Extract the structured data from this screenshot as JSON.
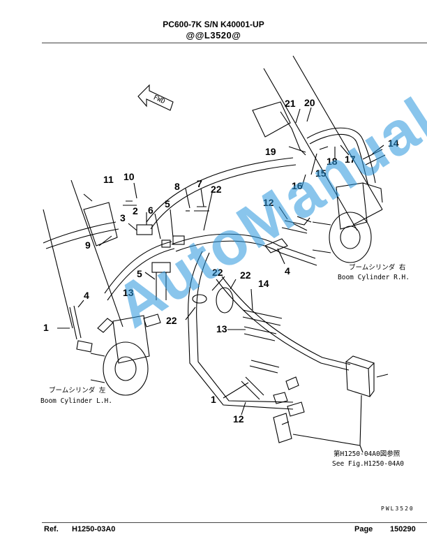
{
  "header": {
    "model": "PC600-7K S/N K40001-UP",
    "code": "@@L3520@"
  },
  "footer": {
    "ref_label": "Ref.",
    "ref_value": "H1250-03A0",
    "page_label": "Page",
    "page_value": "150290"
  },
  "fwd": "FWD",
  "callouts": {
    "c1a": "1",
    "c1b": "1",
    "c2": "2",
    "c3": "3",
    "c4a": "4",
    "c4b": "4",
    "c5a": "5",
    "c5b": "5",
    "c6": "6",
    "c7": "7",
    "c8": "8",
    "c9": "9",
    "c10": "10",
    "c11": "11",
    "c12a": "12",
    "c12b": "12",
    "c13a": "13",
    "c13b": "13",
    "c14a": "14",
    "c14b": "14",
    "c15": "15",
    "c16": "16",
    "c17": "17",
    "c18": "18",
    "c19": "19",
    "c20": "20",
    "c21": "21",
    "c22a": "22",
    "c22b": "22",
    "c22c": "22",
    "c22d": "22"
  },
  "notes": {
    "boom_rh_jp": "ブームシリンダ 右",
    "boom_rh_en": "Boom Cylinder R.H.",
    "boom_lh_jp": "ブームシリンダ 左",
    "boom_lh_en": "Boom Cylinder L.H.",
    "see_fig_jp": "第H1250-04A0図参照",
    "see_fig_en": "See Fig.H1250-04A0",
    "drawing_no": "PWL3520"
  },
  "watermark": "AutoManual"
}
